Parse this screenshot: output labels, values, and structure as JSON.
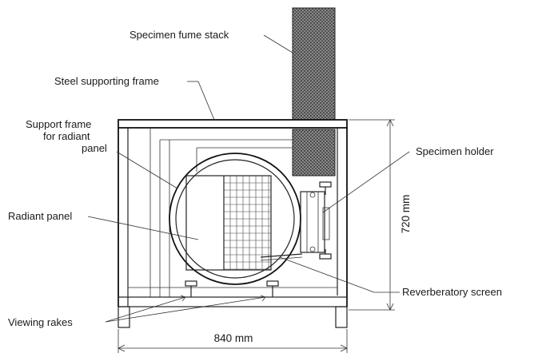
{
  "labels": {
    "fume_stack": "Specimen fume stack",
    "steel_frame": "Steel supporting frame",
    "support_frame_1": "Support frame",
    "support_frame_2": "for radiant",
    "support_frame_3": "panel",
    "specimen_holder": "Specimen holder",
    "radiant_panel": "Radiant panel",
    "reverberatory_screen": "Reverberatory screen",
    "viewing_rakes": "Viewing rakes"
  },
  "dimensions": {
    "height": "720 mm",
    "width": "840 mm"
  },
  "colors": {
    "stroke": "#222222",
    "stack_fill": "#5a5a5a",
    "background": "#ffffff"
  }
}
